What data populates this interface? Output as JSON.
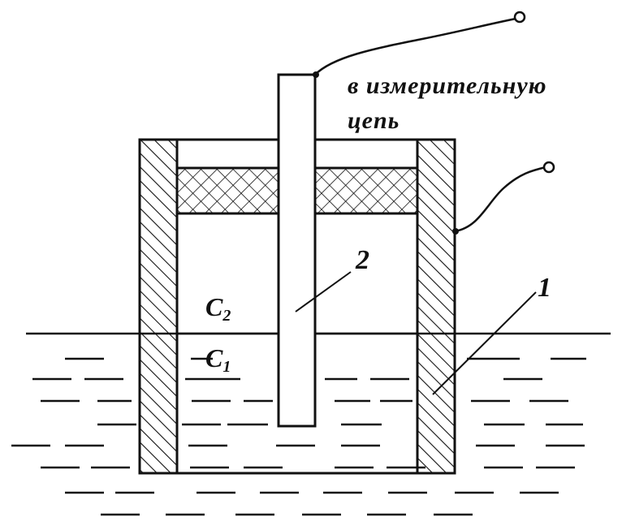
{
  "caption": {
    "line1": "в измерительную",
    "line2": "цепь"
  },
  "labels": {
    "outer_electrode_number": "1",
    "inner_electrode_number": "2",
    "capacitance_upper": "C",
    "capacitance_upper_subscript": "2",
    "capacitance_lower": "C",
    "capacitance_lower_subscript": "1"
  }
}
